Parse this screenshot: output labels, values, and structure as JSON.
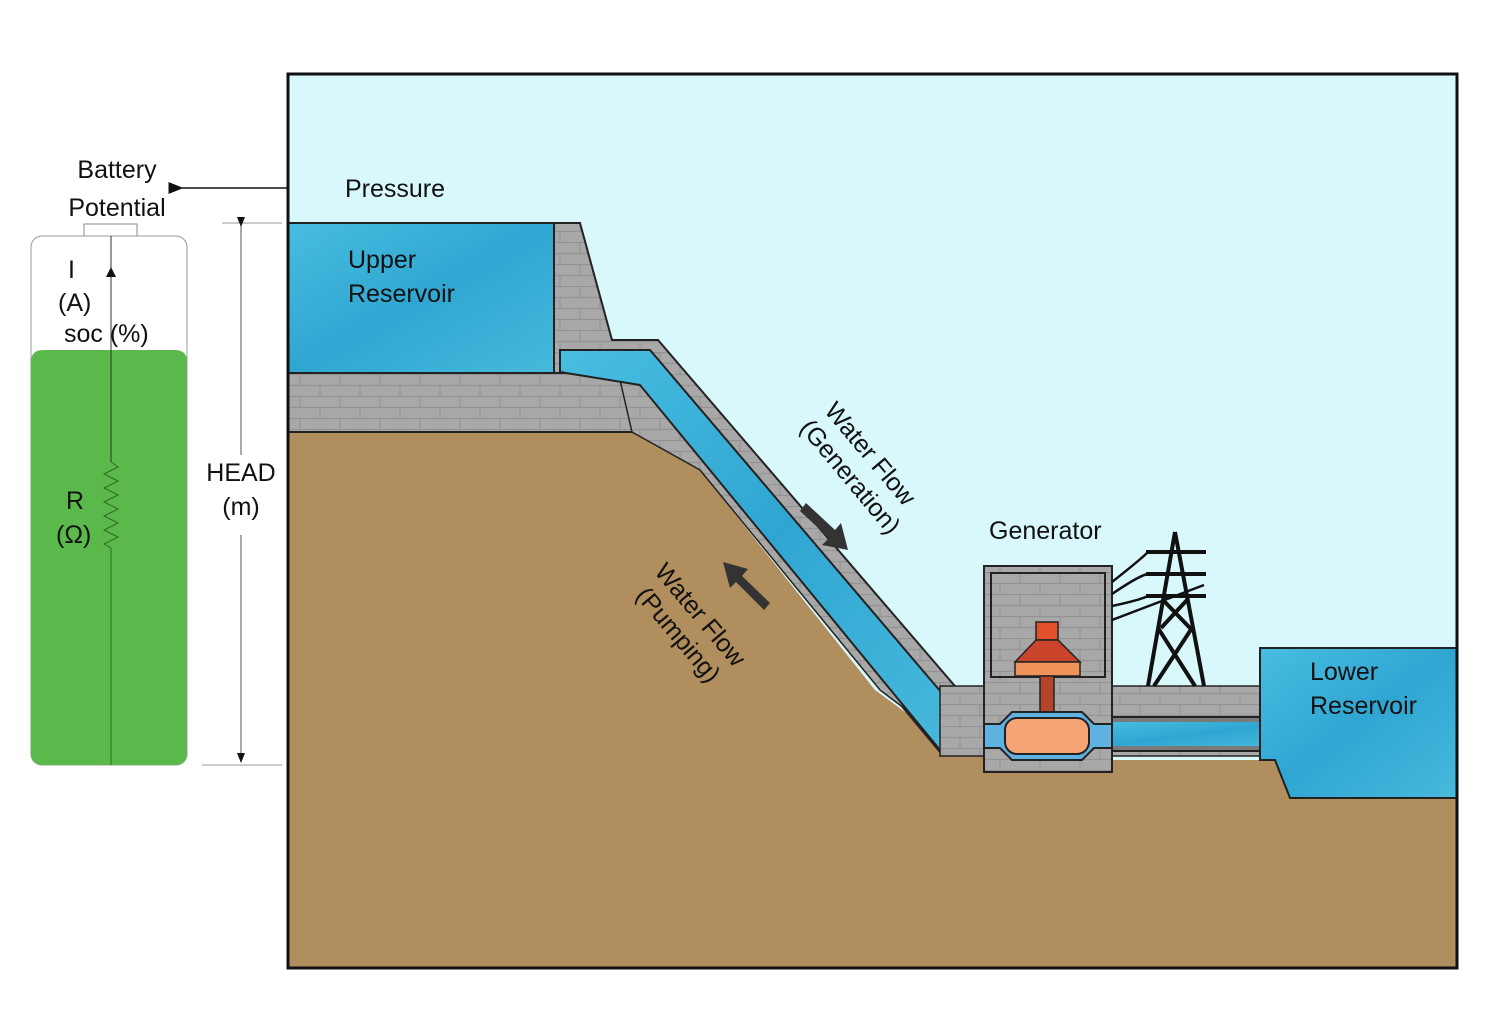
{
  "battery": {
    "title_line1": "Battery",
    "title_line2": "Potential",
    "current_label": "I",
    "current_unit": "(A)",
    "soc_label": "soc (%)",
    "resistance_label": "R",
    "resistance_unit": "(Ω)",
    "fill_color": "#5ab94a"
  },
  "arrow_label": "Pressure",
  "head": {
    "label": "HEAD",
    "unit": "(m)"
  },
  "scene": {
    "upper_reservoir_line1": "Upper",
    "upper_reservoir_line2": "Reservoir",
    "lower_reservoir_line1": "Lower",
    "lower_reservoir_line2": "Reservoir",
    "generation_flow_line1": "Water Flow",
    "generation_flow_line2": "(Generation)",
    "pumping_flow_line1": "Water Flow",
    "pumping_flow_line2": "(Pumping)",
    "generator_label": "Generator",
    "colors": {
      "sky": "#d9f8fb",
      "ground": "#b18e5e",
      "water": "#3fb0d8",
      "concrete": "#a9a9a9",
      "turbine": "#f0935a",
      "generator": "#e2502c"
    }
  }
}
